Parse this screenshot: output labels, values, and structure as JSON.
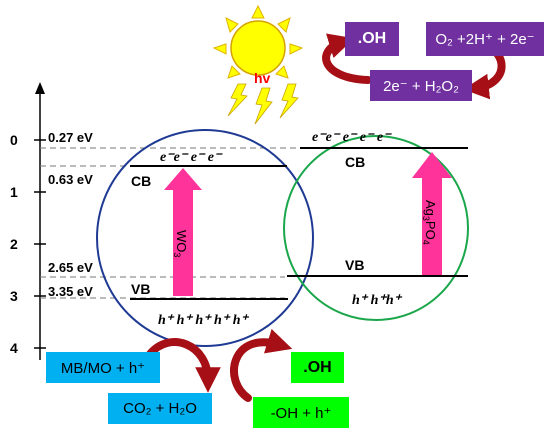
{
  "colors": {
    "wo3_circle": "#1f3a93",
    "ag_circle": "#1aa64a",
    "pink_arrow": "#ff3399",
    "red_arrow": "#a50f15",
    "sun": "#ffff00",
    "hv": "#ff0000",
    "purple_box": "#7030a0",
    "blue_box": "#00b0f0",
    "green_box": "#00ff00"
  },
  "energy_axis": {
    "ticks": [
      "0",
      "1",
      "2",
      "3",
      "4"
    ],
    "values": [
      0,
      1,
      2,
      3,
      4
    ]
  },
  "levels": [
    {
      "label": "0.27 eV",
      "value": 0.27
    },
    {
      "label": "0.63 eV",
      "value": 0.63
    },
    {
      "label": "2.65 eV",
      "value": 2.65
    },
    {
      "label": "3.35 eV",
      "value": 3.35
    }
  ],
  "illumination": {
    "label": "hv"
  },
  "wo3": {
    "name": "WO",
    "name_sub": "3",
    "cb_label": "CB",
    "vb_label": "VB",
    "electrons": "e⁻e⁻ e⁻ e⁻",
    "holes": "h⁺ h⁺ h⁺ h⁺ h⁺"
  },
  "ag3po4": {
    "name_a": "Ag",
    "name_sub1": "3",
    "name_b": "PO",
    "name_sub2": "4",
    "cb_label": "CB",
    "vb_label": "VB",
    "electrons": "e⁻e⁻ e⁻ e⁻ e⁻",
    "holes": "h⁺ h⁺h⁺"
  },
  "reactions": {
    "oh_top": ".OH",
    "o2_reduction": "O₂ +2H⁺ + 2e⁻",
    "h2o2": "2e⁻ + H₂O₂",
    "dye": "MB/MO + h⁺",
    "co2": "CO₂ + H₂O",
    "oh_bottom": ".OH",
    "hydroxide": "-OH + h⁺"
  }
}
